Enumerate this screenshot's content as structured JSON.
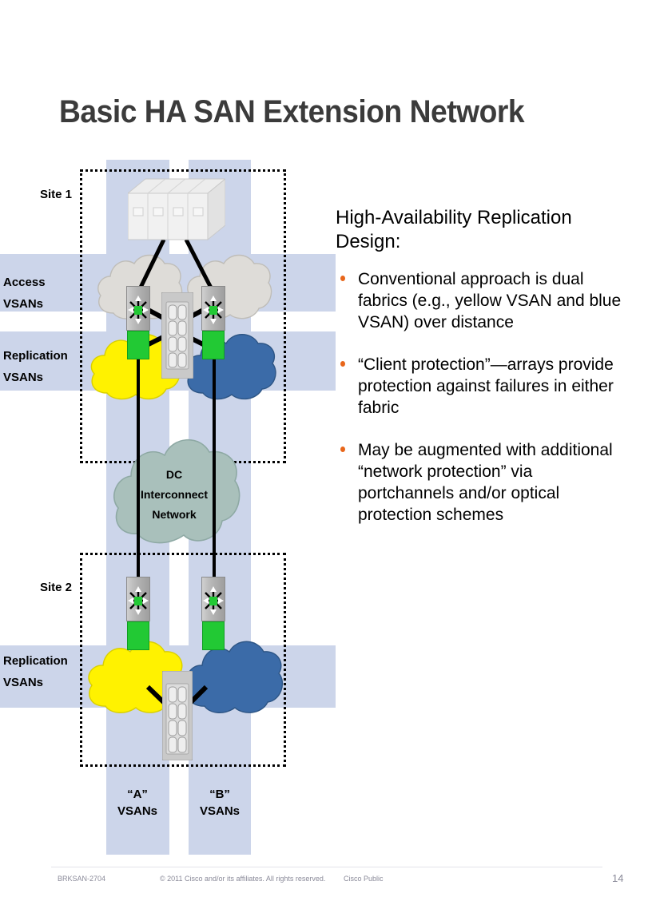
{
  "slide": {
    "title": "Basic HA SAN Extension Network"
  },
  "body": {
    "heading": "High-Availability Replication Design:",
    "bullets": [
      "Conventional approach is dual fabrics (e.g., yellow VSAN and blue VSAN) over distance",
      "“Client protection”—arrays provide protection against failures in either fabric",
      "May be augmented with additional “network protection” via portchannels and/or optical protection schemes"
    ]
  },
  "diagram": {
    "site1_label": "Site 1",
    "site2_label": "Site 2",
    "access_vsans_label": "Access\nVSANs",
    "access_vsans_line1": "Access",
    "access_vsans_line2": "VSANs",
    "replication_vsans_1_line1": "Replication",
    "replication_vsans_1_line2": "VSANs",
    "replication_vsans_2_line1": "Replication",
    "replication_vsans_2_line2": "VSANs",
    "dc_cloud_line1": "DC",
    "dc_cloud_line2": "Interconnect",
    "dc_cloud_line3": "Network",
    "vsan_a_line1": "“A”",
    "vsan_a_line2": "VSANs",
    "vsan_b_line1": "“B”",
    "vsan_b_line2": "VSANs",
    "colors": {
      "band": "#ccd5ea",
      "yellow_vsan": "#fff200",
      "blue_vsan": "#3b6ba8",
      "access_cloud": "#dedcd8",
      "dc_cloud": "#a9c0bb",
      "switch_green": "#22c934",
      "bullet_orange": "#e8661a",
      "title_gray": "#3b3b3b"
    }
  },
  "footer": {
    "code": "BRKSAN-2704",
    "copyright": "© 2011 Cisco and/or its affiliates. All rights reserved.",
    "classification": "Cisco Public",
    "page_number": "14"
  }
}
